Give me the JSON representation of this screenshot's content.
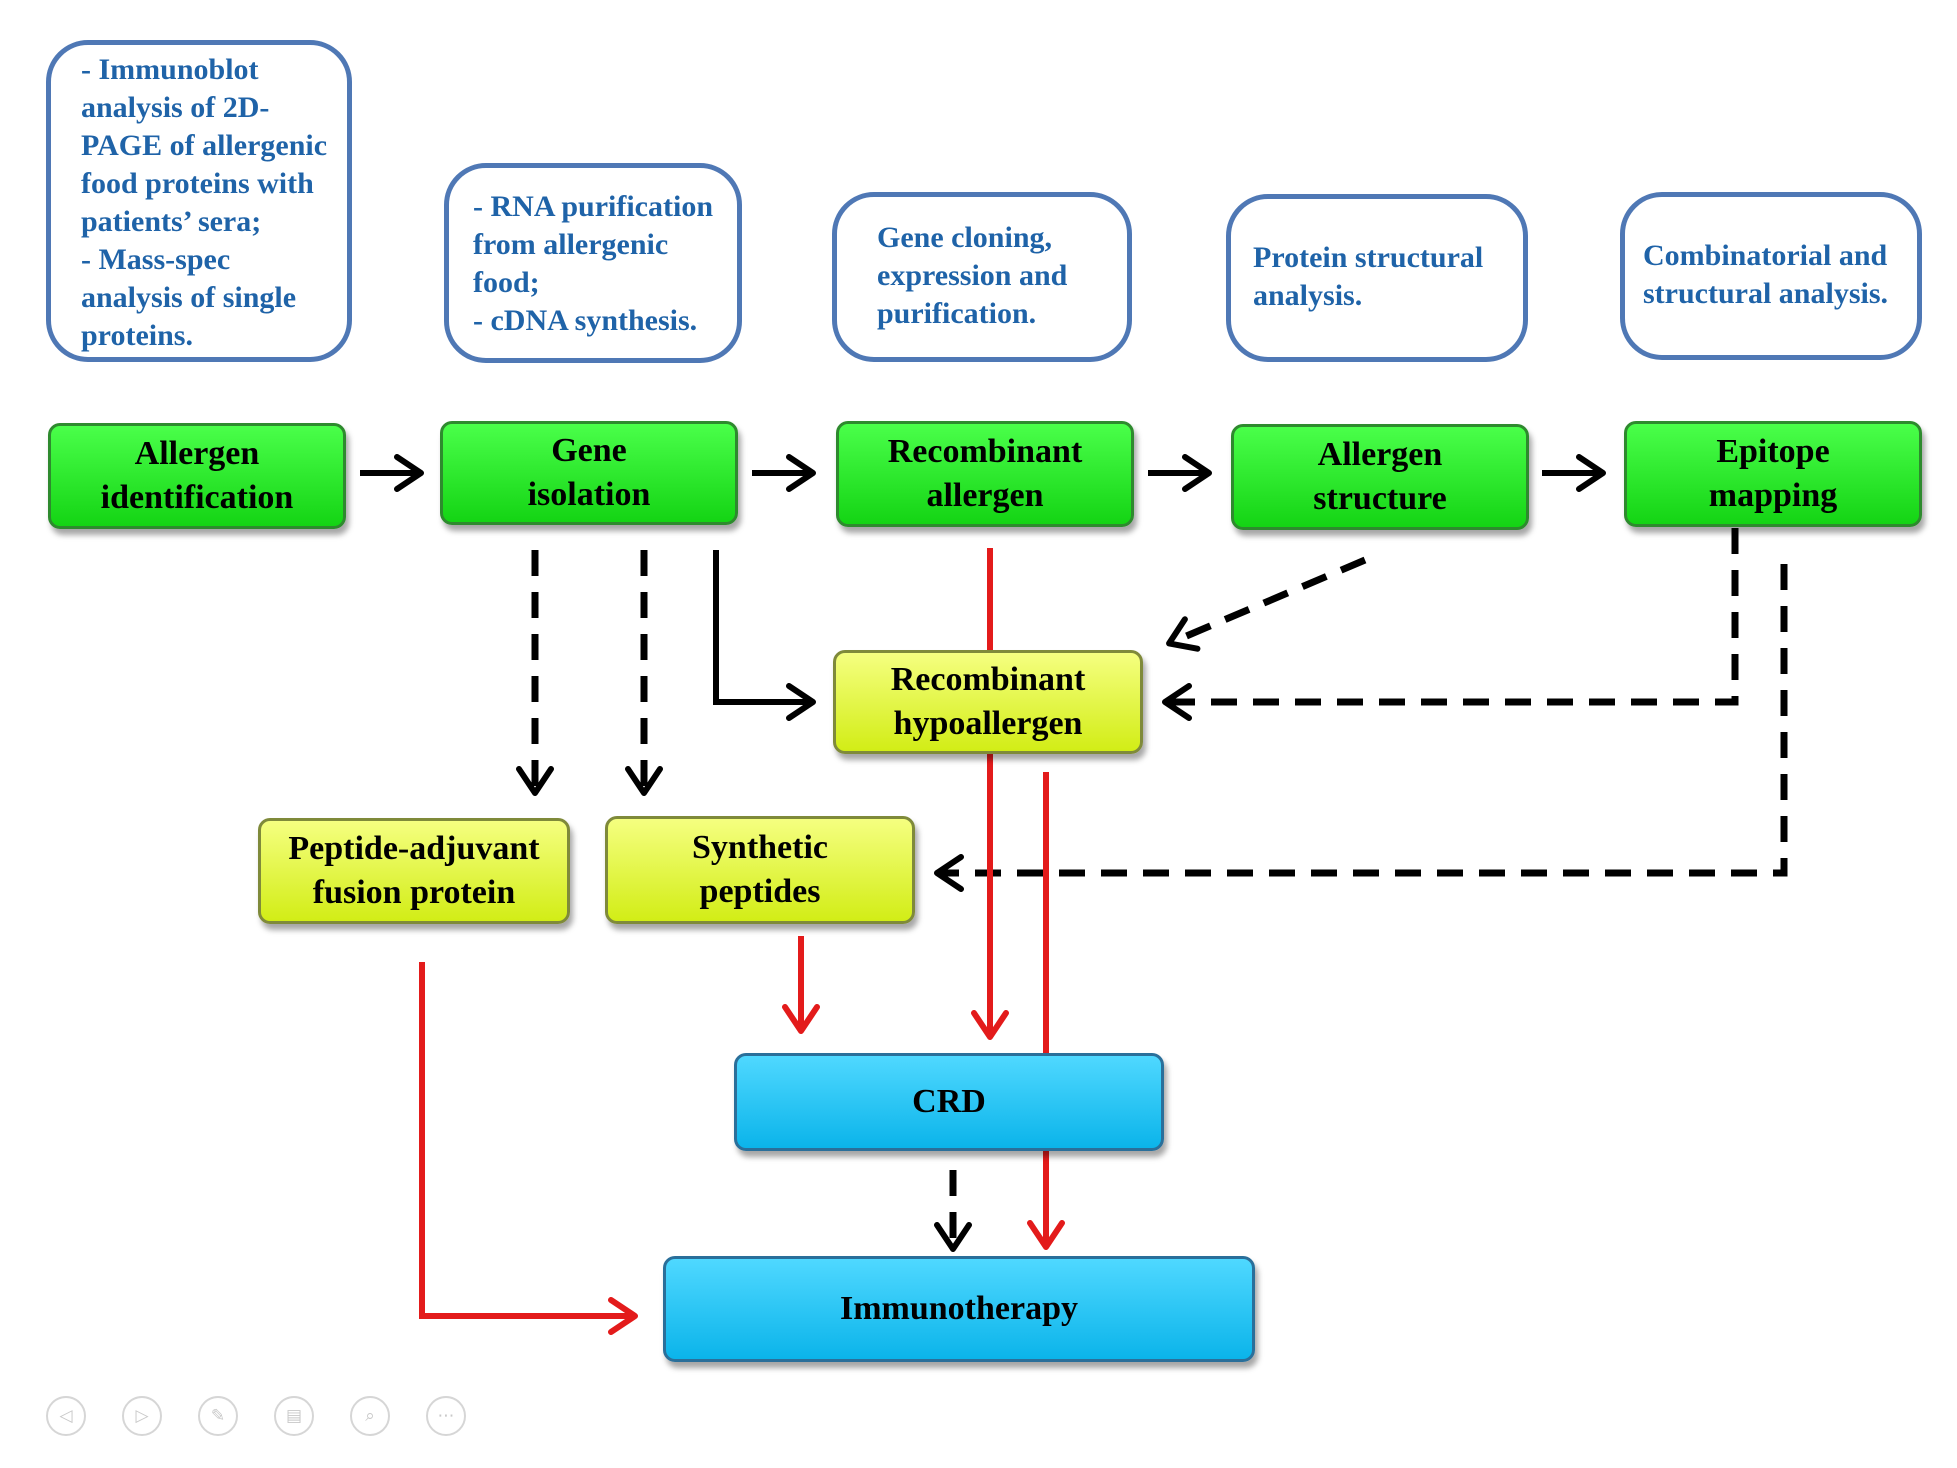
{
  "notes": {
    "allergen_identification": "- Immunoblot\nanalysis of 2D-\nPAGE of allergenic\nfood proteins with\npatients’ sera;\n- Mass-spec\nanalysis of single\nproteins.",
    "gene_isolation": "- RNA purification\nfrom allergenic\nfood;\n- cDNA synthesis.",
    "recombinant_allergen": "Gene cloning,\nexpression and\npurification.",
    "allergen_structure": "Protein structural\nanalysis.",
    "epitope_mapping": "Combinatorial and\nstructural analysis."
  },
  "steps": {
    "allergen_identification": "Allergen\nidentification",
    "gene_isolation": "Gene\nisolation",
    "recombinant_allergen": "Recombinant\nallergen",
    "allergen_structure": "Allergen\nstructure",
    "epitope_mapping": "Epitope\nmapping"
  },
  "products": {
    "recombinant_hypoallergen": "Recombinant\nhypoallergen",
    "peptide_adjuvant": "Peptide-adjuvant\nfusion protein",
    "synthetic_peptides": "Synthetic\npeptides"
  },
  "outcomes": {
    "crd": "CRD",
    "immunotherapy": "Immunotherapy"
  },
  "colors": {
    "step": "#22e622",
    "product": "#e2f53a",
    "outcome": "#16c2f2",
    "note_border": "#4f78b5",
    "note_text": "#1f63a8",
    "arrow_black": "#000000",
    "arrow_red": "#e31b1b"
  },
  "nav_icons": [
    "back-icon",
    "forward-icon",
    "pen-icon",
    "slides-icon",
    "zoom-icon",
    "more-icon"
  ]
}
